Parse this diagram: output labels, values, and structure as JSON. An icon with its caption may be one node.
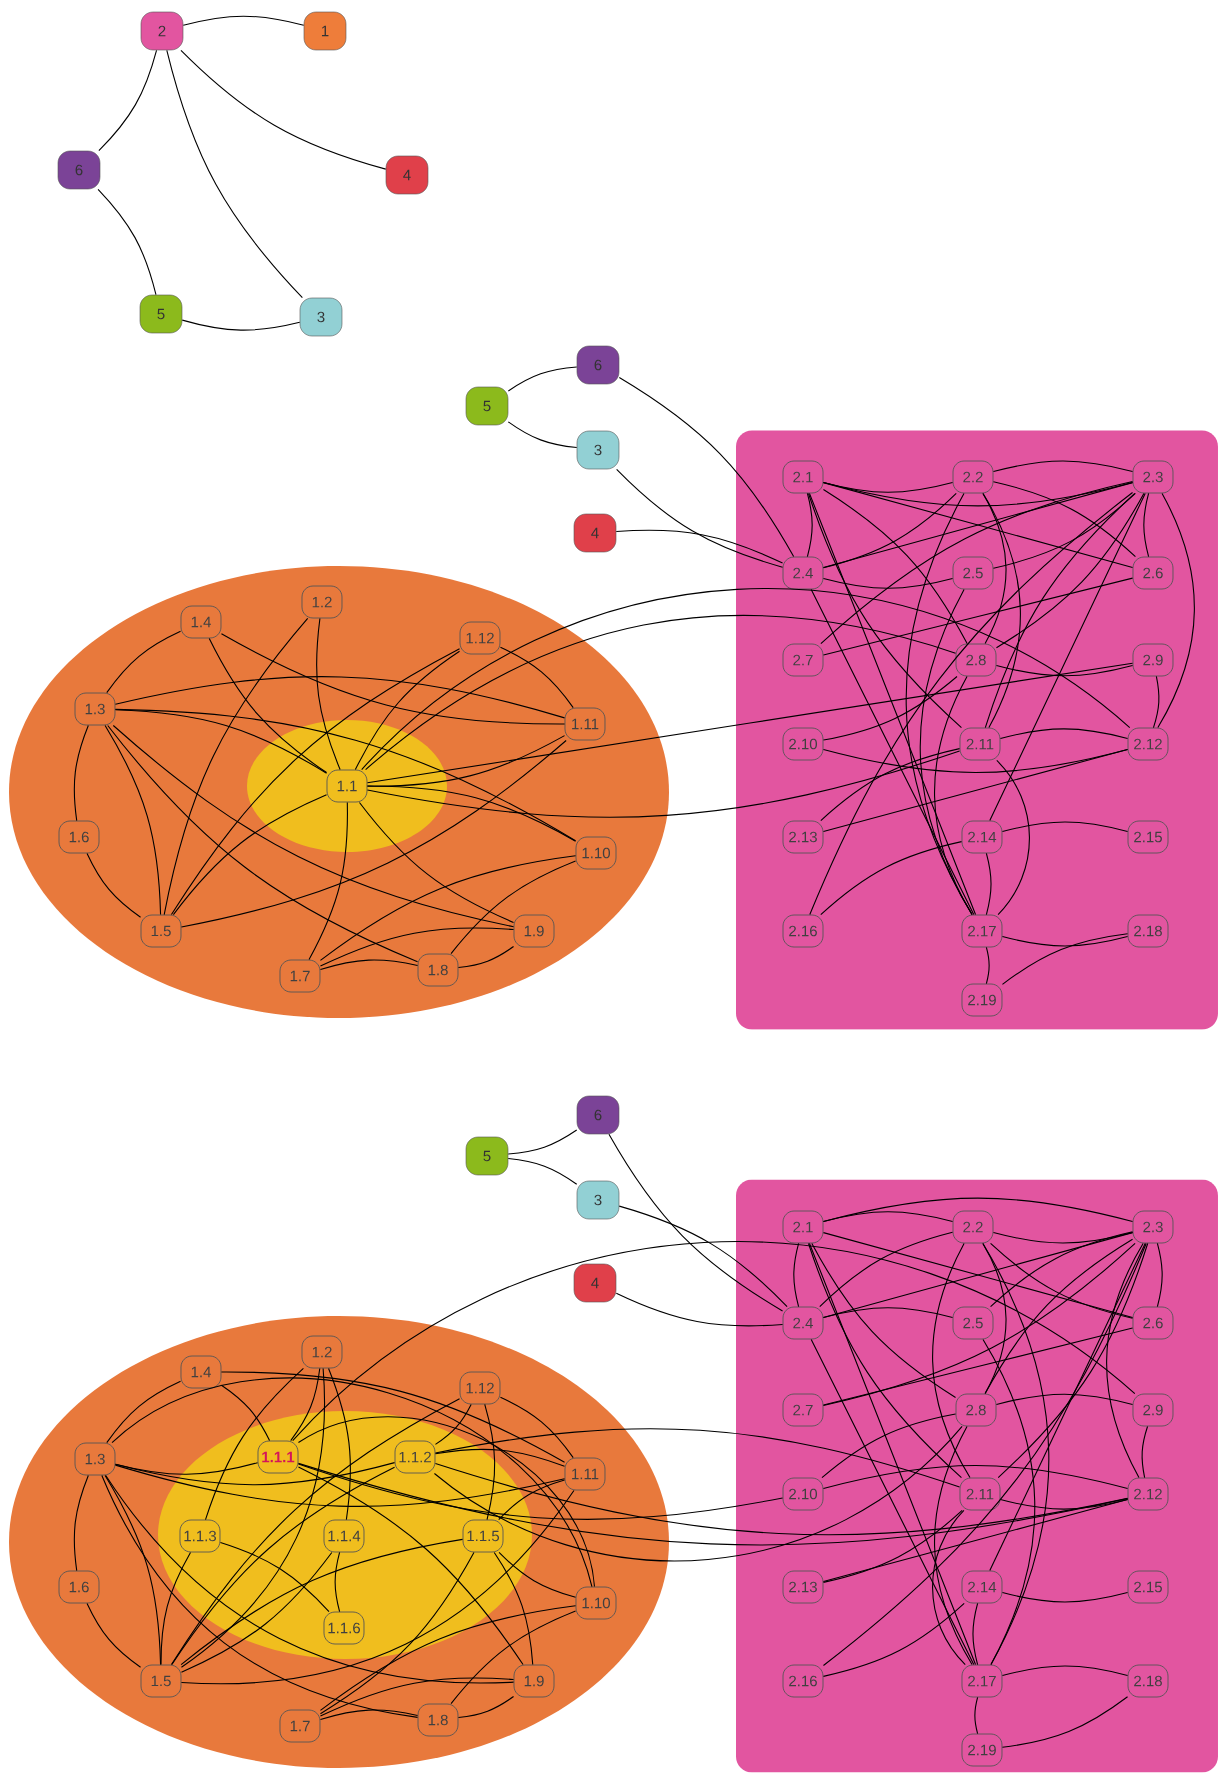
{
  "diagram": {
    "nodes": [
      {
        "text": [
          "2"
        ]
      },
      {
        "text": [
          "1"
        ]
      },
      {
        "text": [
          "6"
        ]
      },
      {
        "text": [
          "4"
        ]
      },
      {
        "text": [
          "5"
        ]
      },
      {
        "text": [
          "3"
        ]
      },
      {
        "text": [
          "6"
        ]
      },
      {
        "text": [
          "5"
        ]
      },
      {
        "text": [
          "3"
        ]
      },
      {
        "text": [
          "4"
        ]
      },
      {
        "text": [],
        "shape": "box"
      },
      {
        "text": [
          "2.1"
        ],
        "in": 10
      },
      {
        "text": [
          "2.2"
        ],
        "in": 10
      },
      {
        "text": [
          "2.3"
        ],
        "in": 10
      },
      {
        "text": [
          "2.4"
        ],
        "in": 10
      },
      {
        "text": [
          "2.5"
        ],
        "in": 10
      },
      {
        "text": [
          "2.6"
        ],
        "in": 10
      },
      {
        "text": [
          "2.7"
        ],
        "in": 10
      },
      {
        "text": [
          "2.8"
        ],
        "in": 10
      },
      {
        "text": [
          "2.9"
        ],
        "in": 10
      },
      {
        "text": [
          "2.10"
        ],
        "in": 10
      },
      {
        "text": [
          "2.11"
        ],
        "in": 10
      },
      {
        "text": [
          "2.12"
        ],
        "in": 10
      },
      {
        "text": [
          "2.13"
        ],
        "in": 10
      },
      {
        "text": [
          "2.14"
        ],
        "in": 10
      },
      {
        "text": [
          "2.15"
        ],
        "in": 10
      },
      {
        "text": [
          "2.16"
        ],
        "in": 10
      },
      {
        "text": [
          "2.17"
        ],
        "in": 10
      },
      {
        "text": [
          "2.18"
        ],
        "in": 10
      },
      {
        "text": [
          "2.19"
        ],
        "in": 10
      },
      {
        "text": [],
        "shape": "ellipse"
      },
      {
        "text": [],
        "shape": "ellipse",
        "in": 30
      },
      {
        "text": [
          "1.1"
        ],
        "in": 31
      },
      {
        "text": [
          "1.2"
        ],
        "in": 30
      },
      {
        "text": [
          "1.3"
        ],
        "in": 30
      },
      {
        "text": [
          "1.4"
        ],
        "in": 30
      },
      {
        "text": [
          "1.5"
        ],
        "in": 30
      },
      {
        "text": [
          "1.6"
        ],
        "in": 30
      },
      {
        "text": [
          "1.7"
        ],
        "in": 30
      },
      {
        "text": [
          "1.8"
        ],
        "in": 30
      },
      {
        "text": [
          "1.9"
        ],
        "in": 30
      },
      {
        "text": [
          "1.10"
        ],
        "in": 30
      },
      {
        "text": [
          "1.11"
        ],
        "in": 30
      },
      {
        "text": [
          "1.12"
        ],
        "in": 30
      },
      {
        "text": [
          "6"
        ]
      },
      {
        "text": [
          "5"
        ]
      },
      {
        "text": [
          "3"
        ]
      },
      {
        "text": [
          "4"
        ]
      },
      {
        "text": [],
        "shape": "box"
      },
      {
        "text": [
          "2.1"
        ],
        "in": 48
      },
      {
        "text": [
          "2.2"
        ],
        "in": 48
      },
      {
        "text": [
          "2.3"
        ],
        "in": 48
      },
      {
        "text": [
          "2.4"
        ],
        "in": 48
      },
      {
        "text": [
          "2.5"
        ],
        "in": 48
      },
      {
        "text": [
          "2.6"
        ],
        "in": 48
      },
      {
        "text": [
          "2.7"
        ],
        "in": 48
      },
      {
        "text": [
          "2.8"
        ],
        "in": 48
      },
      {
        "text": [
          "2.9"
        ],
        "in": 48
      },
      {
        "text": [
          "2.10"
        ],
        "in": 48
      },
      {
        "text": [
          "2.11"
        ],
        "in": 48
      },
      {
        "text": [
          "2.12"
        ],
        "in": 48
      },
      {
        "text": [
          "2.13"
        ],
        "in": 48
      },
      {
        "text": [
          "2.14"
        ],
        "in": 48
      },
      {
        "text": [
          "2.15"
        ],
        "in": 48
      },
      {
        "text": [
          "2.16"
        ],
        "in": 48
      },
      {
        "text": [
          "2.17"
        ],
        "in": 48
      },
      {
        "text": [
          "2.18"
        ],
        "in": 48
      },
      {
        "text": [
          "2.19"
        ],
        "in": 48
      },
      {
        "text": [],
        "shape": "ellipse"
      },
      {
        "text": [],
        "shape": "ellipse",
        "in": 68
      },
      {
        "text": [
          "1.1.1"
        ],
        "in": 69
      },
      {
        "text": [
          "1.1.2"
        ],
        "in": 69
      },
      {
        "text": [
          "1.1.3"
        ],
        "in": 69
      },
      {
        "text": [
          "1.1.4"
        ],
        "in": 69
      },
      {
        "text": [
          "1.1.5"
        ],
        "in": 69
      },
      {
        "text": [
          "1.1.6"
        ],
        "in": 69
      },
      {
        "text": [
          "1.2"
        ],
        "in": 68
      },
      {
        "text": [
          "1.3"
        ],
        "in": 68
      },
      {
        "text": [
          "1.4"
        ],
        "in": 68
      },
      {
        "text": [
          "1.5"
        ],
        "in": 68
      },
      {
        "text": [
          "1.6"
        ],
        "in": 68
      },
      {
        "text": [
          "1.7"
        ],
        "in": 68
      },
      {
        "text": [
          "1.8"
        ],
        "in": 68
      },
      {
        "text": [
          "1.9"
        ],
        "in": 68
      },
      {
        "text": [
          "1.10"
        ],
        "in": 68
      },
      {
        "text": [
          "1.11"
        ],
        "in": 68
      },
      {
        "text": [
          "1.12"
        ],
        "in": 68
      }
    ],
    "edges": [
      {
        "from": 0,
        "to": 1,
        "arrow": "none"
      },
      {
        "from": 0,
        "to": 3,
        "arrow": "none"
      },
      {
        "from": 0,
        "to": 2,
        "arrow": "none"
      },
      {
        "from": 0,
        "to": 5,
        "arrow": "none"
      },
      {
        "from": 2,
        "to": 4,
        "arrow": "none"
      },
      {
        "from": 4,
        "to": 5,
        "arrow": "none"
      },
      {
        "from": 7,
        "to": 6,
        "arrow": "none"
      },
      {
        "from": 7,
        "to": 8,
        "arrow": "none"
      },
      {
        "from": 6,
        "to": 14,
        "arrow": "none"
      },
      {
        "from": 8,
        "to": 14,
        "arrow": "none"
      },
      {
        "from": 9,
        "to": 14,
        "arrow": "none"
      },
      {
        "from": 11,
        "to": 12,
        "arrow": "none"
      },
      {
        "from": 12,
        "to": 13,
        "arrow": "none"
      },
      {
        "from": 11,
        "to": 13,
        "arrow": "none"
      },
      {
        "from": 11,
        "to": 14,
        "arrow": "none"
      },
      {
        "from": 11,
        "to": 16,
        "arrow": "none"
      },
      {
        "from": 11,
        "to": 18,
        "arrow": "none"
      },
      {
        "from": 11,
        "to": 21,
        "arrow": "none"
      },
      {
        "from": 11,
        "to": 27,
        "arrow": "none"
      },
      {
        "from": 13,
        "to": 26,
        "arrow": "none"
      },
      {
        "from": 12,
        "to": 14,
        "arrow": "none"
      },
      {
        "from": 13,
        "to": 14,
        "arrow": "none"
      },
      {
        "from": 12,
        "to": 16,
        "arrow": "none"
      },
      {
        "from": 12,
        "to": 18,
        "arrow": "none"
      },
      {
        "from": 12,
        "to": 21,
        "arrow": "none"
      },
      {
        "from": 12,
        "to": 27,
        "arrow": "none"
      },
      {
        "from": 13,
        "to": 15,
        "arrow": "none"
      },
      {
        "from": 13,
        "to": 17,
        "arrow": "none"
      },
      {
        "from": 13,
        "to": 18,
        "arrow": "none"
      },
      {
        "from": 13,
        "to": 21,
        "arrow": "none"
      },
      {
        "from": 13,
        "to": 24,
        "arrow": "none"
      },
      {
        "from": 13,
        "to": 16,
        "arrow": "none"
      },
      {
        "from": 13,
        "to": 22,
        "arrow": "none"
      },
      {
        "from": 14,
        "to": 15,
        "arrow": "none"
      },
      {
        "from": 14,
        "to": 27,
        "arrow": "none"
      },
      {
        "from": 15,
        "to": 27,
        "arrow": "none"
      },
      {
        "from": 16,
        "to": 17,
        "arrow": "none"
      },
      {
        "from": 18,
        "to": 19,
        "arrow": "none"
      },
      {
        "from": 18,
        "to": 20,
        "arrow": "none"
      },
      {
        "from": 18,
        "to": 27,
        "arrow": "none"
      },
      {
        "from": 19,
        "to": 22,
        "arrow": "none"
      },
      {
        "from": 20,
        "to": 22,
        "arrow": "none"
      },
      {
        "from": 21,
        "to": 22,
        "arrow": "none"
      },
      {
        "from": 21,
        "to": 23,
        "arrow": "none"
      },
      {
        "from": 21,
        "to": 27,
        "arrow": "none"
      },
      {
        "from": 22,
        "to": 23,
        "arrow": "none"
      },
      {
        "from": 24,
        "to": 25,
        "arrow": "none"
      },
      {
        "from": 24,
        "to": 26,
        "arrow": "none"
      },
      {
        "from": 24,
        "to": 27,
        "arrow": "none"
      },
      {
        "from": 27,
        "to": 28,
        "arrow": "none"
      },
      {
        "from": 27,
        "to": 29,
        "arrow": "none"
      },
      {
        "from": 28,
        "to": 29,
        "arrow": "none"
      },
      {
        "from": 32,
        "to": 33,
        "arrow": "none"
      },
      {
        "from": 32,
        "to": 34,
        "arrow": "none"
      },
      {
        "from": 32,
        "to": 35,
        "arrow": "none"
      },
      {
        "from": 32,
        "to": 36,
        "arrow": "none"
      },
      {
        "from": 32,
        "to": 38,
        "arrow": "none"
      },
      {
        "from": 32,
        "to": 40,
        "arrow": "none"
      },
      {
        "from": 32,
        "to": 41,
        "arrow": "none"
      },
      {
        "from": 32,
        "to": 42,
        "arrow": "none"
      },
      {
        "from": 32,
        "to": 43,
        "arrow": "none"
      },
      {
        "from": 33,
        "to": 36,
        "arrow": "none"
      },
      {
        "from": 34,
        "to": 35,
        "arrow": "none"
      },
      {
        "from": 34,
        "to": 37,
        "arrow": "none"
      },
      {
        "from": 34,
        "to": 36,
        "arrow": "none"
      },
      {
        "from": 34,
        "to": 40,
        "arrow": "none"
      },
      {
        "from": 34,
        "to": 41,
        "arrow": "none"
      },
      {
        "from": 34,
        "to": 39,
        "arrow": "none"
      },
      {
        "from": 34,
        "to": 42,
        "arrow": "none"
      },
      {
        "from": 35,
        "to": 42,
        "arrow": "none"
      },
      {
        "from": 36,
        "to": 37,
        "arrow": "none"
      },
      {
        "from": 36,
        "to": 42,
        "arrow": "none"
      },
      {
        "from": 38,
        "to": 41,
        "arrow": "none"
      },
      {
        "from": 38,
        "to": 40,
        "arrow": "none"
      },
      {
        "from": 38,
        "to": 39,
        "arrow": "none"
      },
      {
        "from": 39,
        "to": 40,
        "arrow": "none"
      },
      {
        "from": 39,
        "to": 41,
        "arrow": "none"
      },
      {
        "from": 42,
        "to": 43,
        "arrow": "none"
      },
      {
        "from": 36,
        "to": 43,
        "arrow": "none"
      },
      {
        "from": 32,
        "to": 18,
        "arrow": "none"
      },
      {
        "from": 32,
        "to": 19,
        "arrow": "none"
      },
      {
        "from": 32,
        "to": 21,
        "arrow": "none"
      },
      {
        "from": 32,
        "to": 22,
        "arrow": "none"
      },
      {
        "from": 45,
        "to": 44,
        "arrow": "none"
      },
      {
        "from": 45,
        "to": 46,
        "arrow": "none"
      },
      {
        "from": 44,
        "to": 52,
        "arrow": "none"
      },
      {
        "from": 46,
        "to": 52,
        "arrow": "none"
      },
      {
        "from": 47,
        "to": 52,
        "arrow": "none"
      },
      {
        "from": 49,
        "to": 50,
        "arrow": "none"
      },
      {
        "from": 50,
        "to": 51,
        "arrow": "none"
      },
      {
        "from": 49,
        "to": 51,
        "arrow": "none"
      },
      {
        "from": 49,
        "to": 52,
        "arrow": "none"
      },
      {
        "from": 49,
        "to": 54,
        "arrow": "none"
      },
      {
        "from": 49,
        "to": 56,
        "arrow": "none"
      },
      {
        "from": 49,
        "to": 59,
        "arrow": "none"
      },
      {
        "from": 49,
        "to": 65,
        "arrow": "none"
      },
      {
        "from": 51,
        "to": 64,
        "arrow": "none"
      },
      {
        "from": 50,
        "to": 52,
        "arrow": "none"
      },
      {
        "from": 51,
        "to": 52,
        "arrow": "none"
      },
      {
        "from": 50,
        "to": 54,
        "arrow": "none"
      },
      {
        "from": 50,
        "to": 56,
        "arrow": "none"
      },
      {
        "from": 50,
        "to": 59,
        "arrow": "none"
      },
      {
        "from": 50,
        "to": 65,
        "arrow": "none"
      },
      {
        "from": 51,
        "to": 53,
        "arrow": "none"
      },
      {
        "from": 51,
        "to": 55,
        "arrow": "none"
      },
      {
        "from": 51,
        "to": 56,
        "arrow": "none"
      },
      {
        "from": 51,
        "to": 59,
        "arrow": "none"
      },
      {
        "from": 51,
        "to": 62,
        "arrow": "none"
      },
      {
        "from": 51,
        "to": 54,
        "arrow": "none"
      },
      {
        "from": 51,
        "to": 60,
        "arrow": "none"
      },
      {
        "from": 52,
        "to": 53,
        "arrow": "none"
      },
      {
        "from": 52,
        "to": 65,
        "arrow": "none"
      },
      {
        "from": 53,
        "to": 65,
        "arrow": "none"
      },
      {
        "from": 54,
        "to": 55,
        "arrow": "none"
      },
      {
        "from": 56,
        "to": 57,
        "arrow": "none"
      },
      {
        "from": 56,
        "to": 58,
        "arrow": "none"
      },
      {
        "from": 56,
        "to": 65,
        "arrow": "none"
      },
      {
        "from": 57,
        "to": 60,
        "arrow": "none"
      },
      {
        "from": 58,
        "to": 60,
        "arrow": "none"
      },
      {
        "from": 59,
        "to": 60,
        "arrow": "none"
      },
      {
        "from": 59,
        "to": 61,
        "arrow": "none"
      },
      {
        "from": 59,
        "to": 65,
        "arrow": "none"
      },
      {
        "from": 60,
        "to": 61,
        "arrow": "none"
      },
      {
        "from": 62,
        "to": 63,
        "arrow": "none"
      },
      {
        "from": 62,
        "to": 64,
        "arrow": "none"
      },
      {
        "from": 62,
        "to": 65,
        "arrow": "none"
      },
      {
        "from": 65,
        "to": 66,
        "arrow": "none"
      },
      {
        "from": 65,
        "to": 67,
        "arrow": "none"
      },
      {
        "from": 66,
        "to": 67,
        "arrow": "none"
      },
      {
        "from": 76,
        "to": 79,
        "arrow": "none"
      },
      {
        "from": 77,
        "to": 78,
        "arrow": "none"
      },
      {
        "from": 77,
        "to": 80,
        "arrow": "none"
      },
      {
        "from": 77,
        "to": 79,
        "arrow": "none"
      },
      {
        "from": 77,
        "to": 83,
        "arrow": "none"
      },
      {
        "from": 77,
        "to": 84,
        "arrow": "none"
      },
      {
        "from": 77,
        "to": 82,
        "arrow": "none"
      },
      {
        "from": 77,
        "to": 85,
        "arrow": "none"
      },
      {
        "from": 78,
        "to": 85,
        "arrow": "none"
      },
      {
        "from": 79,
        "to": 80,
        "arrow": "none"
      },
      {
        "from": 79,
        "to": 85,
        "arrow": "none"
      },
      {
        "from": 81,
        "to": 84,
        "arrow": "none"
      },
      {
        "from": 81,
        "to": 83,
        "arrow": "none"
      },
      {
        "from": 81,
        "to": 82,
        "arrow": "none"
      },
      {
        "from": 82,
        "to": 83,
        "arrow": "none"
      },
      {
        "from": 82,
        "to": 84,
        "arrow": "none"
      },
      {
        "from": 85,
        "to": 86,
        "arrow": "none"
      },
      {
        "from": 79,
        "to": 86,
        "arrow": "none"
      },
      {
        "from": 70,
        "to": 78,
        "arrow": "none"
      },
      {
        "from": 70,
        "to": 77,
        "arrow": "none"
      },
      {
        "from": 70,
        "to": 76,
        "arrow": "none"
      },
      {
        "from": 70,
        "to": 83,
        "arrow": "none"
      },
      {
        "from": 70,
        "to": 84,
        "arrow": "none"
      },
      {
        "from": 71,
        "to": 77,
        "arrow": "none"
      },
      {
        "from": 71,
        "to": 79,
        "arrow": "none"
      },
      {
        "from": 71,
        "to": 85,
        "arrow": "none"
      },
      {
        "from": 71,
        "to": 86,
        "arrow": "none"
      },
      {
        "from": 72,
        "to": 76,
        "arrow": "none"
      },
      {
        "from": 72,
        "to": 79,
        "arrow": "none"
      },
      {
        "from": 72,
        "to": 75,
        "arrow": "none"
      },
      {
        "from": 73,
        "to": 76,
        "arrow": "none"
      },
      {
        "from": 73,
        "to": 79,
        "arrow": "none"
      },
      {
        "from": 73,
        "to": 75,
        "arrow": "none"
      },
      {
        "from": 74,
        "to": 79,
        "arrow": "none"
      },
      {
        "from": 74,
        "to": 81,
        "arrow": "none"
      },
      {
        "from": 74,
        "to": 83,
        "arrow": "none"
      },
      {
        "from": 74,
        "to": 84,
        "arrow": "none"
      },
      {
        "from": 74,
        "to": 85,
        "arrow": "none"
      },
      {
        "from": 74,
        "to": 86,
        "arrow": "none"
      },
      {
        "from": 70,
        "to": 57,
        "arrow": "none"
      },
      {
        "from": 70,
        "to": 58,
        "arrow": "none"
      },
      {
        "from": 70,
        "to": 60,
        "arrow": "none"
      },
      {
        "from": 71,
        "to": 56,
        "arrow": "none"
      },
      {
        "from": 71,
        "to": 59,
        "arrow": "none"
      },
      {
        "from": 71,
        "to": 60,
        "arrow": "none"
      }
    ]
  }
}
